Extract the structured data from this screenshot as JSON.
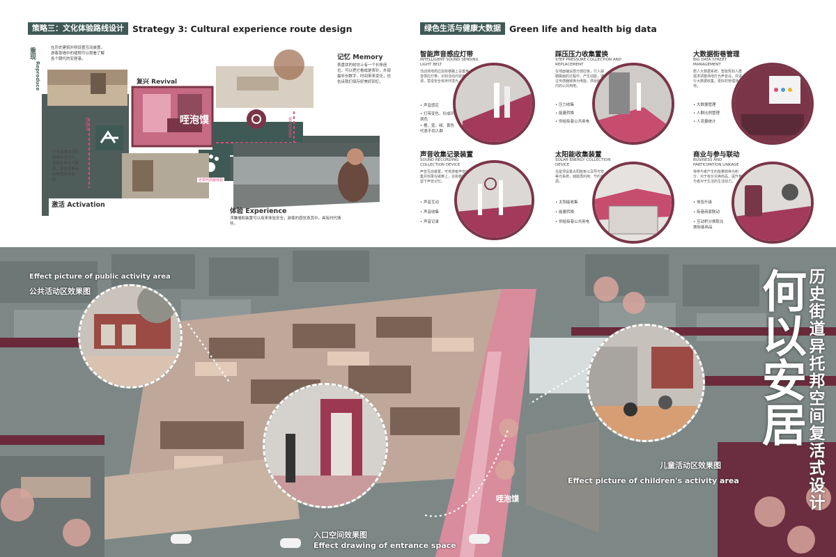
{
  "left": {
    "cn": "策略三：文化体验路线设计",
    "en": "Strategy 3: Cultural experience route design",
    "reproduce_cn": "重现",
    "reproduce_en": "Reproduce",
    "reproduce_text": "在历史建筑外侧设置互动装置，游客靠墙中的缝隙可以观看了解各个朝代的安居巷。",
    "revival": "复兴 Revival",
    "memory": "记忆 Memory",
    "memory_text": "表盘状的树坊上有一个长条座位，可以把它看成是表针，外部最年份数字，时间带来变化，也告诉我们保存好美好回忆。",
    "activation": "激活 Activation",
    "activation_text": "方言装置激活安居巷街道文化，使居民更有归属感，使游客更有新鲜感和体验感。",
    "experience": "体验 Experience",
    "experience_text": "浮雕墙和装置可以用来体验安全，游客的感觉身其中，具有时代情怀。",
    "sign_cn": "咥泡馍",
    "red_label_1": "历史街道",
    "red_label_2": "现代街道建筑",
    "red_label_3": "近现代风貌体验"
  },
  "right": {
    "cn": "绿色生活与健康大数据",
    "en": "Green life and health big data",
    "blocks": [
      {
        "cn": "智能声音感应灯带",
        "en": "INTELLIGENT SOUND SENSING LIGHT BELT",
        "desc": "活动场地周边及街巷路上设置声音感应灯带，识别活动内容声调，营造安全有序环境光。",
        "bullets": [
          "声音感应",
          "灯带变色、形成环境色",
          "橙、蓝、绿、黄色代表不同人群"
        ]
      },
      {
        "cn": "踩压压力收集置换",
        "en": "STEP PRESSURE COLLECTION AND REPLACEMENT",
        "desc": "在地面铺设部分感应板，行人踩踏路面的过程中，产生动能，通过传感器转换为电能，供给街巷内的公共用电。",
        "bullets": [
          "压力收集",
          "能量转换",
          "供给街巷公共用电"
        ]
      },
      {
        "cn": "大数据街巷管理",
        "en": "BIG DATA STREET MANAGEMENT",
        "desc": "居人大数据系统，智能规划人群需求调整场地灯光声音设，并进行大数据收集，更好的管理场地。",
        "bullets": [
          "大数据管理",
          "人群比例管理",
          "人流量统计"
        ]
      },
      {
        "cn": "声音收集记录装置",
        "en": "SOUND RECORDING COLLECTION DEVICE",
        "desc": "声音互动装置，可将游客声音收集并刻录在磁带上，在街巷地上留下声音记忆。",
        "bullets": [
          "声音互动",
          "声音收集",
          "声音记录"
        ]
      },
      {
        "cn": "太阳能收集装置",
        "en": "SOLAR ENERGY COLLECTION DEVICE",
        "desc": "在屋顶设置太阳能板以及导光管等光系统，储能再利用、节约资源。",
        "bullets": [
          "太阳能收集",
          "能量转换",
          "供给街巷公共用电"
        ]
      },
      {
        "cn": "商业与参与联动",
        "en": "BUSINESS AND PARTICIPATION LINKAGE",
        "desc": "将参与者产生的能量转换为积分，对于有价兑换商品，提升参与者对于生活的生活动力。",
        "bullets": [
          "体验升级",
          "街巷商家联动",
          "互动积分换取兑换街巷商品"
        ]
      }
    ]
  },
  "bottom": {
    "public_en": "Effect picture of public activity area",
    "public_cn": "公共活动区效果图",
    "entrance_cn": "入口空间效果图",
    "entrance_en": "Effect drawing of entrance space",
    "children_cn": "儿童活动区效果图",
    "children_en": "Effect picture of children's activity area",
    "street_sign": "咥泡馍"
  },
  "title": {
    "main": "何以安居",
    "sub": "历史街道异托邦空间复活式设计"
  },
  "colors": {
    "teal": "#3f5a55",
    "maroon": "#7a3548",
    "pink": "#d98c9c",
    "grey": "#8a9492"
  }
}
